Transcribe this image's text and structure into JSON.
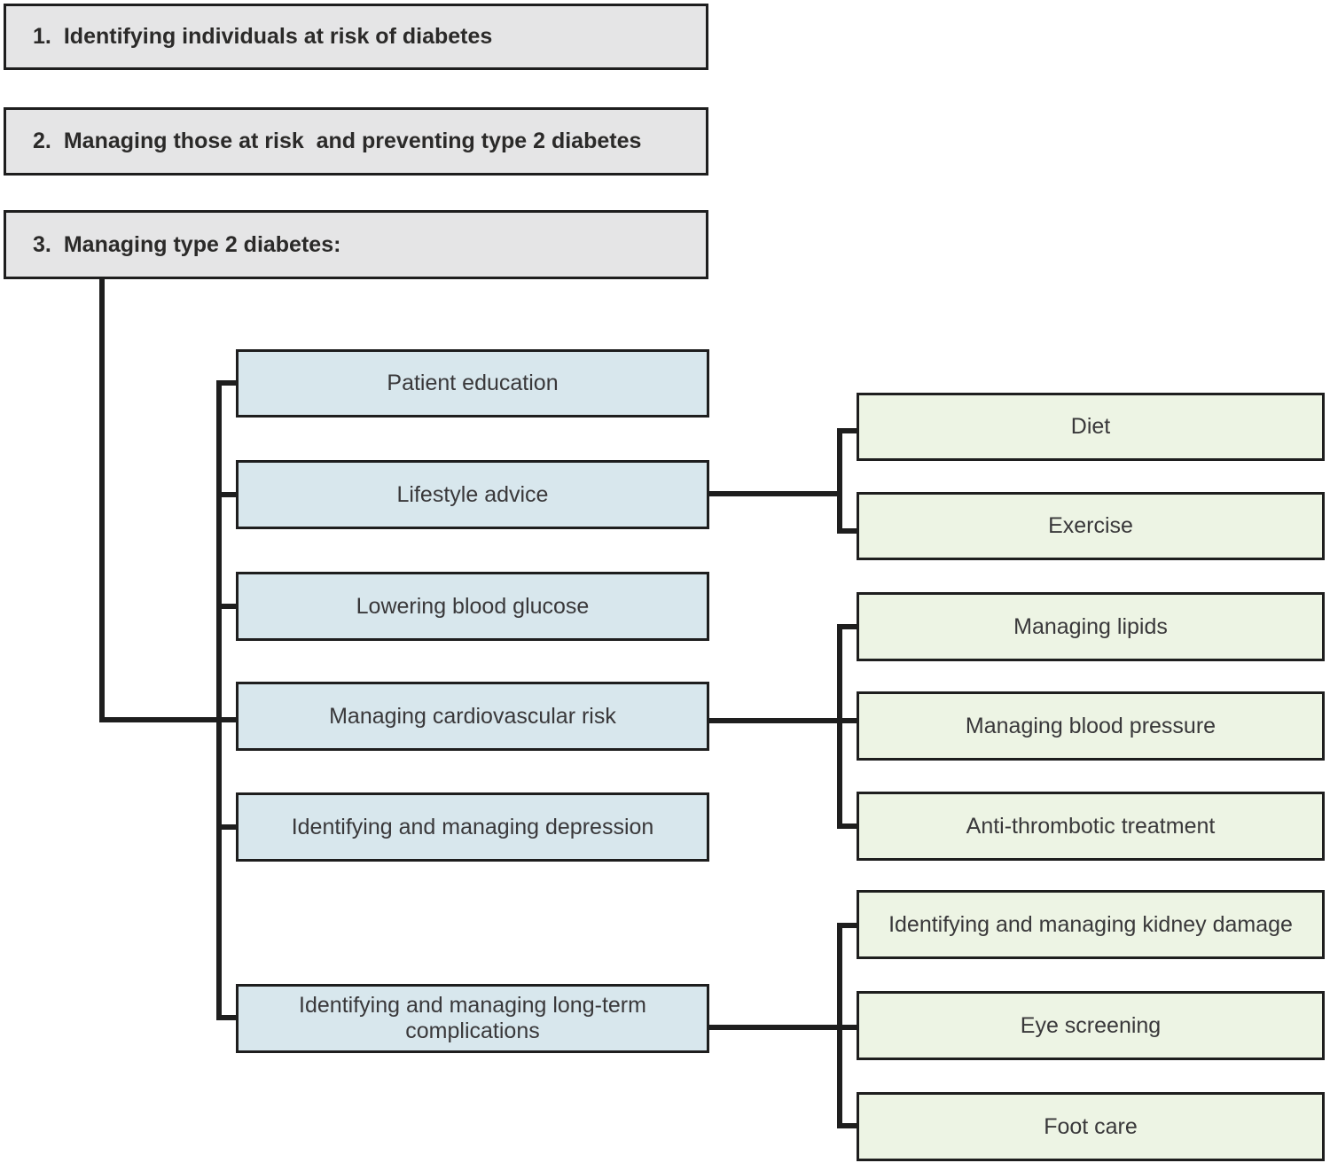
{
  "flowchart": {
    "top_boxes": [
      {
        "number": "1.",
        "text": "Identifying individuals at risk of diabetes"
      },
      {
        "number": "2.",
        "text": "Managing those at risk  and preventing type 2 diabetes"
      },
      {
        "number": "3.",
        "text": "Managing type 2 diabetes:"
      }
    ],
    "branches": [
      "Patient education",
      "Lifestyle advice",
      "Lowering blood glucose",
      "Managing cardiovascular risk",
      "Identifying and managing depression",
      "Identifying and managing long-term complications"
    ],
    "sub_branches": {
      "lifestyle_advice": [
        "Diet",
        "Exercise"
      ],
      "managing_cardiovascular_risk": [
        "Managing lipids",
        "Managing blood pressure",
        "Anti-thrombotic treatment"
      ],
      "long_term_complications": [
        "Identifying and managing kidney damage",
        "Eye screening",
        "Foot care"
      ]
    },
    "colors": {
      "top_box_fill": "#e5e5e6",
      "branch_fill": "#d8e7ed",
      "sub_branch_fill": "#edf4e4",
      "border": "#1e1e1e",
      "connector": "#1e1e1e",
      "heading_text": "#2b2a29",
      "box_text": "#39383a"
    }
  }
}
